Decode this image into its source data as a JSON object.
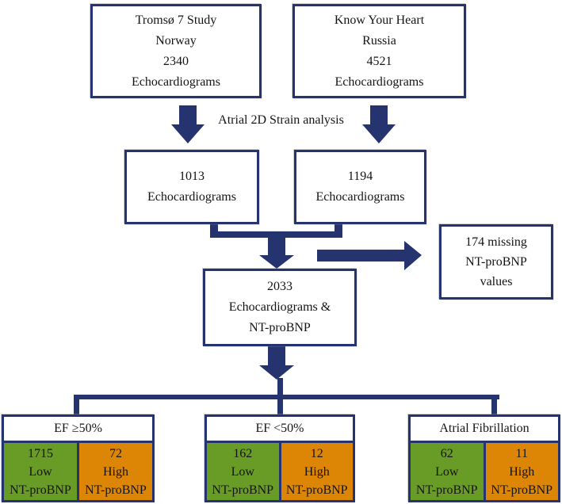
{
  "diagram": {
    "title_area": {
      "strain_label": "Atrial 2D Strain analysis"
    },
    "top_boxes": {
      "tromso": {
        "lines": [
          "Tromsø 7 Study",
          "Norway",
          "2340",
          "Echocardiograms"
        ]
      },
      "know_your_heart": {
        "lines": [
          "Know Your Heart",
          "Russia",
          "4521",
          "Echocardiograms"
        ]
      }
    },
    "mid_boxes": {
      "tromso_strain": {
        "lines": [
          "1013",
          "Echocardiograms"
        ]
      },
      "kyh_strain": {
        "lines": [
          "1194",
          "Echocardiograms"
        ]
      }
    },
    "missing_box": {
      "lines": [
        "174 missing",
        "NT-proBNP",
        "values"
      ]
    },
    "combined_box": {
      "lines": [
        "2033",
        "Echocardiograms &",
        "NT-proBNP"
      ]
    },
    "outcome_groups": [
      {
        "header": "EF ≥50%",
        "low": [
          "1715",
          "Low",
          "NT-proBNP"
        ],
        "high": [
          "72",
          "High",
          "NT-proBNP"
        ]
      },
      {
        "header": "EF <50%",
        "low": [
          "162",
          "Low",
          "NT-proBNP"
        ],
        "high": [
          "12",
          "High",
          "NT-proBNP"
        ]
      },
      {
        "header": "Atrial Fibrillation",
        "low": [
          "62",
          "Low",
          "NT-proBNP"
        ],
        "high": [
          "11",
          "High",
          "NT-proBNP"
        ]
      }
    ],
    "colors": {
      "navy": "#25336e",
      "green": "#699b27",
      "orange": "#dd8606"
    }
  }
}
